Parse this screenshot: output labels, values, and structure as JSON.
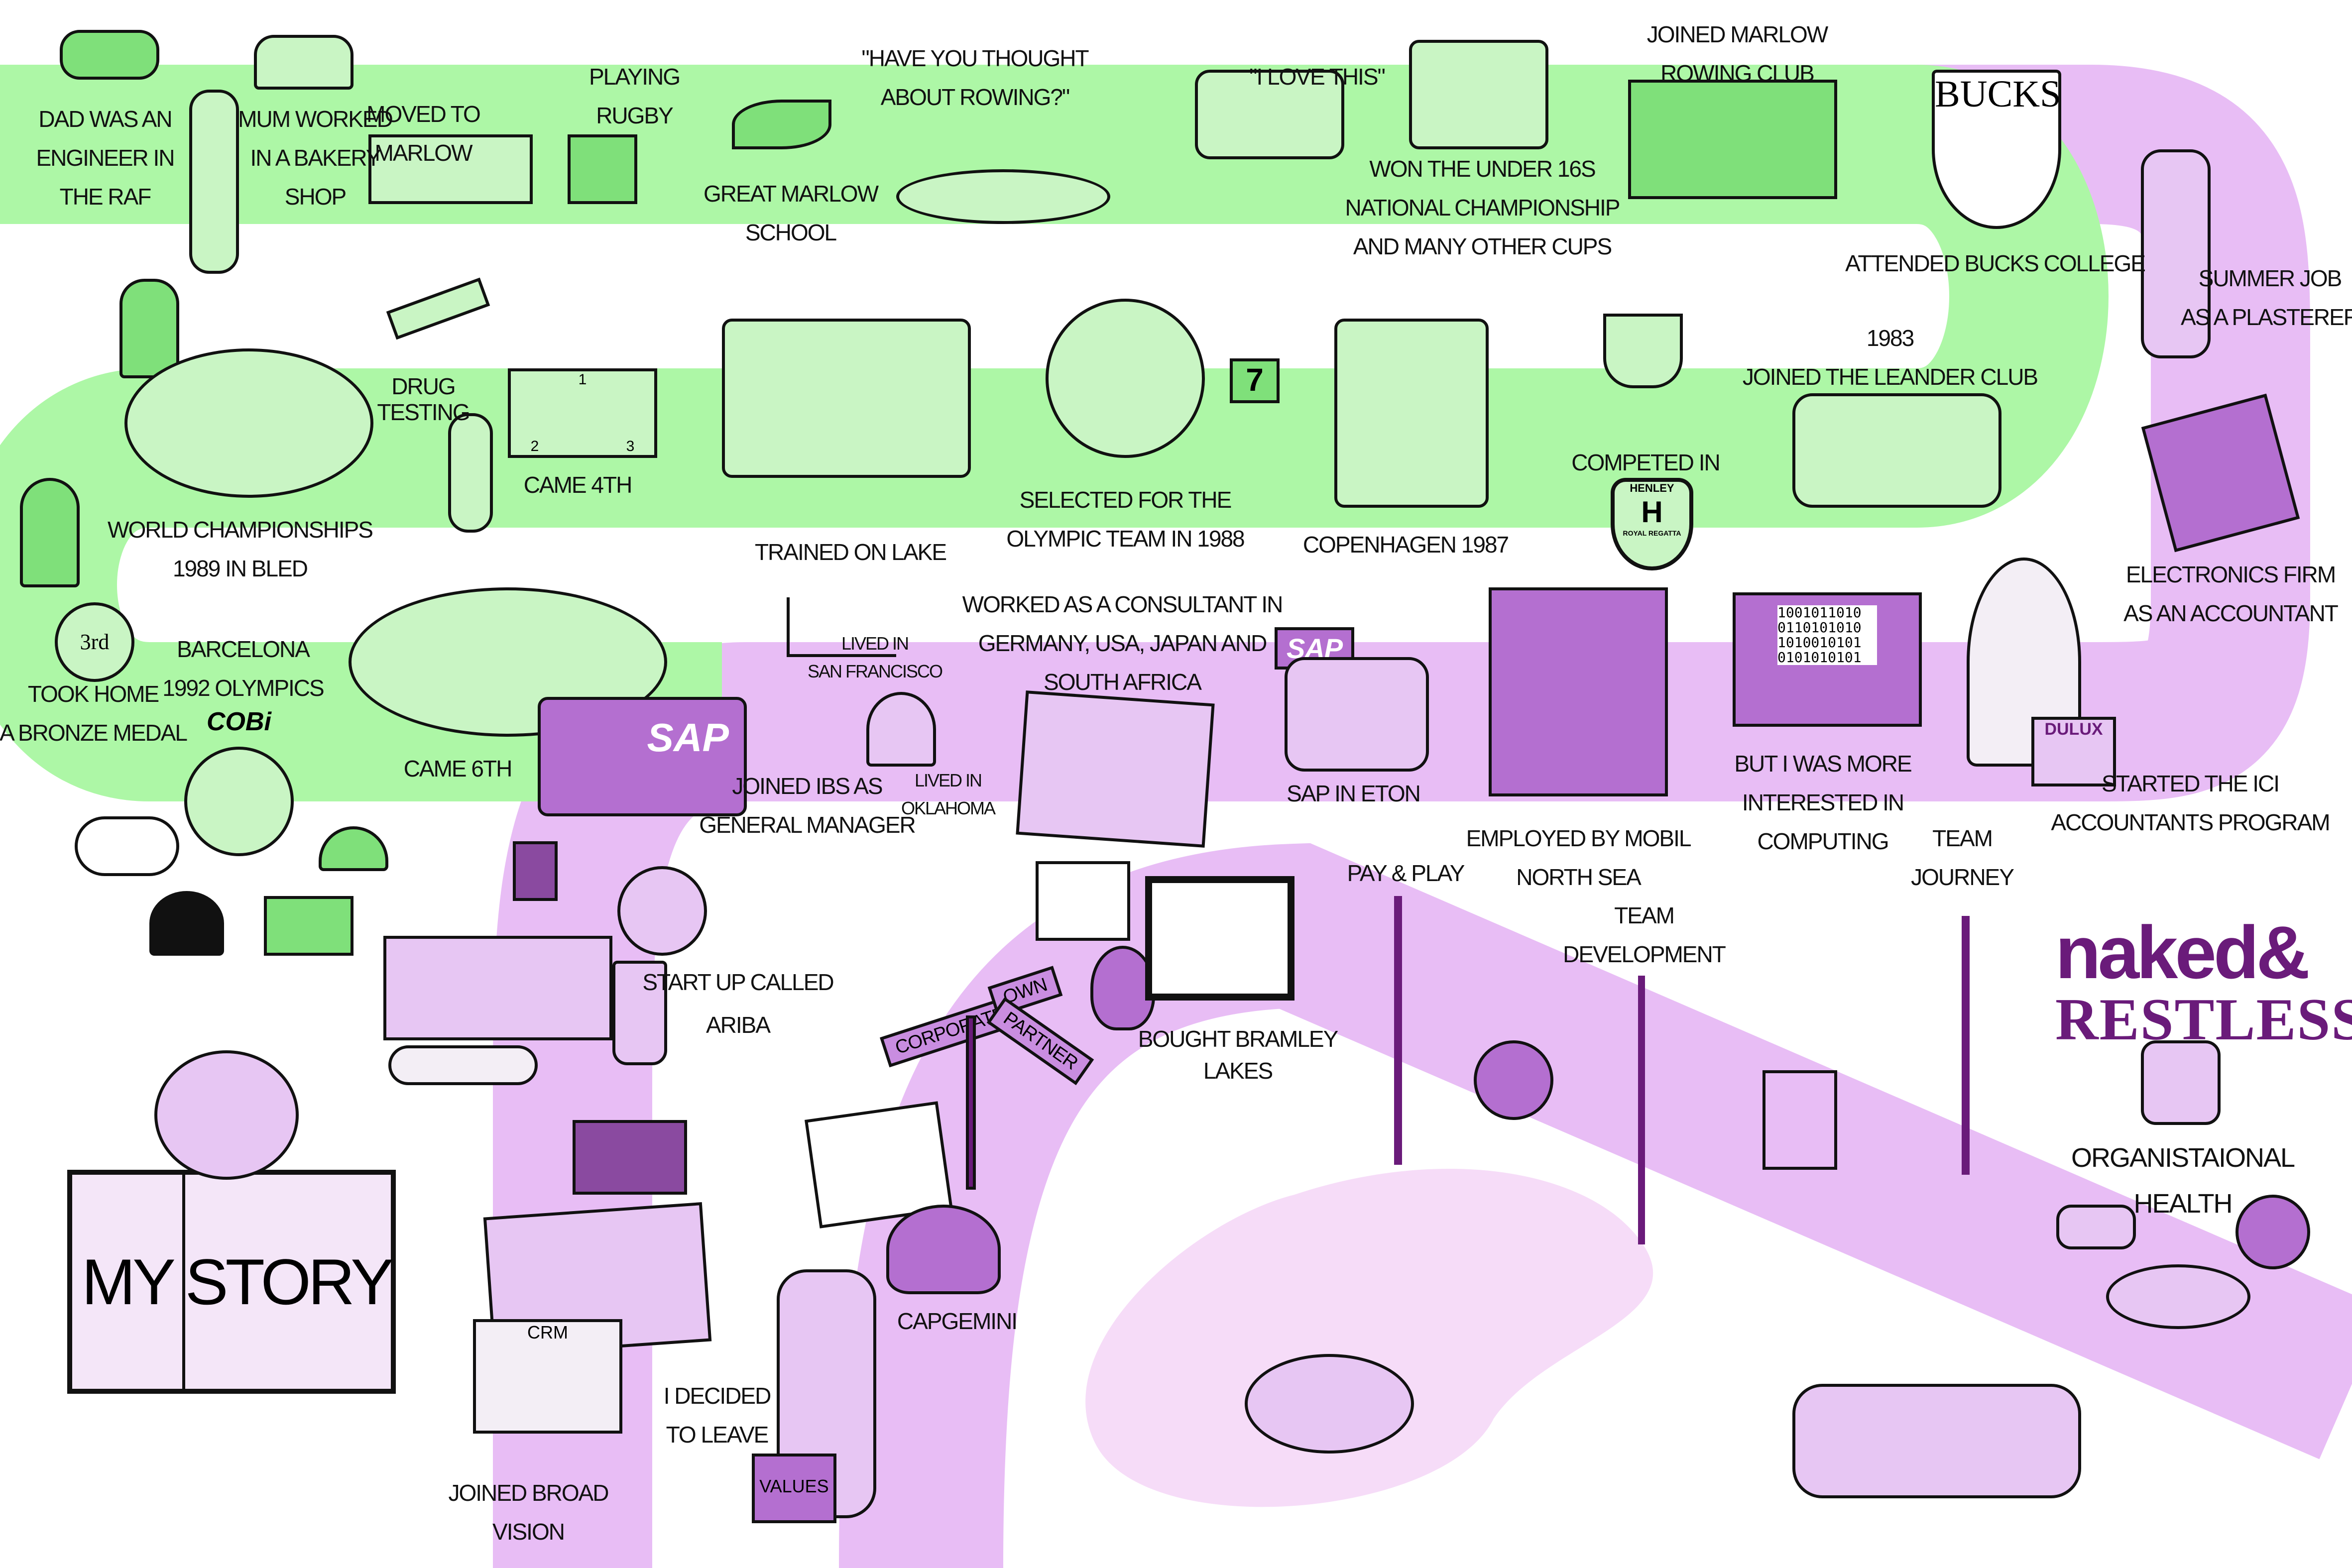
{
  "colors": {
    "green_road": "#adf7a6",
    "purple_road": "#e8bdf5",
    "lake": "#f6dcf8",
    "accent_purple": "#6a1b7a",
    "accent_green": "#4cc84a"
  },
  "labels": {
    "dad": [
      "DAD WAS AN",
      "ENGINEER IN",
      "THE RAF"
    ],
    "mum": [
      "MUM WORKED",
      "IN A BAKERY",
      "SHOP"
    ],
    "moved": [
      "MOVED TO",
      "MARLOW"
    ],
    "rugby": [
      "PLAYING",
      "RUGBY"
    ],
    "school": [
      "GREAT MARLOW",
      "SCHOOL"
    ],
    "rowing_quote": [
      "\"HAVE YOU THOUGHT",
      "ABOUT ROWING?\""
    ],
    "love": [
      "\"I LOVE THIS\""
    ],
    "won": [
      "WON THE UNDER 16s",
      "NATIONAL CHAMPIONSHIP",
      "AND MANY OTHER CUPS"
    ],
    "marlow_club": [
      "JOINED MARLOW",
      "ROWING CLUB"
    ],
    "bucks_college": [
      "ATTENDED BUCKS COLLEGE"
    ],
    "plasterer": [
      "SUMMER JOB",
      "AS A PLASTERER"
    ],
    "leander": [
      "1983",
      "JOINED THE LEANDER CLUB"
    ],
    "competed": [
      "COMPETED IN"
    ],
    "copenhagen": [
      "COPENHAGEN   1987"
    ],
    "selected": [
      "SELECTED FOR THE",
      "OLYMPIC TEAM IN 1988"
    ],
    "trained": [
      "TRAINED ON LAKE"
    ],
    "came4": [
      "CAME 4TH"
    ],
    "drug": [
      "DRUG",
      "TESTING"
    ],
    "world": [
      "WORLD CHAMPIONSHIPS",
      "1989 IN BLED"
    ],
    "bronze": [
      "TOOK HOME",
      "A BRONZE MEDAL"
    ],
    "barcelona": [
      "BARCELONA",
      "1992 OLYMPICS"
    ],
    "came6": [
      "CAME 6TH"
    ],
    "ibs": [
      "JOINED IBS AS",
      "GENERAL MANAGER"
    ],
    "sf": [
      "LIVED IN",
      "SAN FRANCISCO"
    ],
    "oklahoma": [
      "LIVED IN",
      "OKLAHOMA"
    ],
    "consultant": [
      "WORKED AS A CONSULTANT IN",
      "GERMANY, USA, JAPAN AND",
      "SOUTH AFRICA"
    ],
    "sap_eton": [
      "SAP IN ETON"
    ],
    "mobil": [
      "EMPLOYED BY MOBIL",
      "NORTH SEA"
    ],
    "computing": [
      "BUT I WAS MORE",
      "INTERESTED IN",
      "COMPUTING"
    ],
    "electronics": [
      "ELECTRONICS FIRM",
      "AS AN ACCOUNTANT"
    ],
    "ici": [
      "STARTED THE ICI",
      "ACCOUNTANTS PROGRAM"
    ],
    "team_journey": [
      "TEAM",
      "JOURNEY"
    ],
    "team_dev": [
      "TEAM",
      "DEVELOPMENT"
    ],
    "pay_play": [
      "PAY & PLAY"
    ],
    "bramley": [
      "BOUGHT BRAMLEY",
      "LAKES"
    ],
    "ariba": [
      "START UP CALLED",
      "ARIBA"
    ],
    "capgemini": [
      "CAPGEMINI"
    ],
    "decided": [
      "I DECIDED",
      "TO LEAVE"
    ],
    "broad_vision": [
      "JOINED BROAD",
      "VISION"
    ],
    "org_health": [
      "ORGANISTAIONAL",
      "HEALTH"
    ]
  },
  "illustration_text": {
    "bucks_shield": "BUCKS",
    "henley_top": "HENLEY",
    "henley_bottom": "ROYAL REGATTA",
    "medal": "3rd",
    "cobi": "COBi",
    "sap_truck": "SAP",
    "sap_eton_sign": "SAP",
    "computer_screen": "1001011010 0110101010 1010010101 0101010101",
    "dulux_tin": "DULUX",
    "flag_number": "7",
    "sign_corporate": "CORPORATE",
    "sign_own": "OWN",
    "sign_partner": "PARTNER",
    "briefcase": "VALUES",
    "laptop": "CRM",
    "podium": [
      "1",
      "2",
      "3"
    ],
    "book_left": "MY",
    "book_right": "STORY"
  },
  "logo": {
    "line1": "naked&",
    "line2": "RESTLESS"
  }
}
